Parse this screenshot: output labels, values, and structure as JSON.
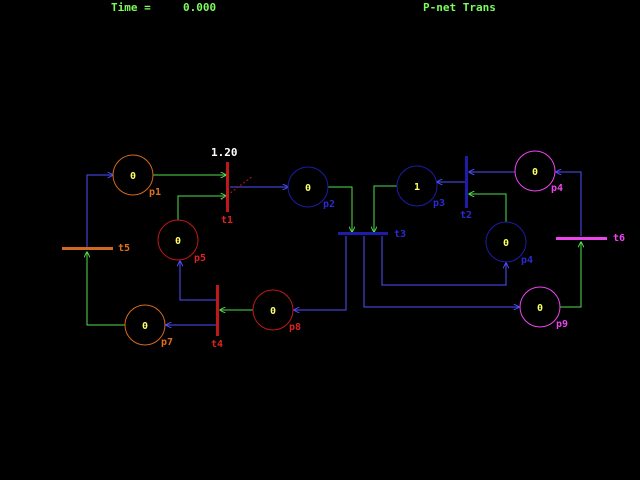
{
  "header": {
    "time_label": "Time =",
    "time_value": "0.000",
    "title": "P-net Trans"
  },
  "colors": {
    "background": "#000000",
    "header_text": "#7cfc5c",
    "place_orange": "#d2691e",
    "place_red": "#c01818",
    "place_blue": "#1c1ca8",
    "place_magenta": "#ee44ee",
    "token": "#ffff66",
    "arc_in": "#50e050",
    "arc_out": "#5050ff",
    "label_orange": "#e07020",
    "label_blue": "#2a2ad0",
    "label_red": "#dd2222",
    "label_magenta": "#ee44ee",
    "timer": "#ffffff"
  },
  "places": [
    {
      "id": "p1",
      "label": "p1",
      "tokens": "0",
      "color": "orange"
    },
    {
      "id": "p5",
      "label": "p5",
      "tokens": "0",
      "color": "red"
    },
    {
      "id": "p7",
      "label": "p7",
      "tokens": "0",
      "color": "orange"
    },
    {
      "id": "p8",
      "label": "p8",
      "tokens": "0",
      "color": "red"
    },
    {
      "id": "p2",
      "label": "p2",
      "tokens": "0",
      "color": "blue"
    },
    {
      "id": "p3",
      "label": "p3",
      "tokens": "1",
      "color": "blue"
    },
    {
      "id": "p4top",
      "label": "p4",
      "tokens": "0",
      "color": "magenta"
    },
    {
      "id": "p4mid",
      "label": "p4",
      "tokens": "0",
      "color": "blue"
    },
    {
      "id": "p9",
      "label": "p9",
      "tokens": "0",
      "color": "magenta"
    }
  ],
  "transitions": [
    {
      "id": "t1",
      "label": "t1",
      "color": "red"
    },
    {
      "id": "t2",
      "label": "t2",
      "color": "blue"
    },
    {
      "id": "t3",
      "label": "t3",
      "color": "blue"
    },
    {
      "id": "t4",
      "label": "t4",
      "color": "red"
    },
    {
      "id": "t5",
      "label": "t5",
      "color": "orange"
    },
    {
      "id": "t6",
      "label": "t6",
      "color": "magenta"
    }
  ],
  "firing_timer": "1.20"
}
